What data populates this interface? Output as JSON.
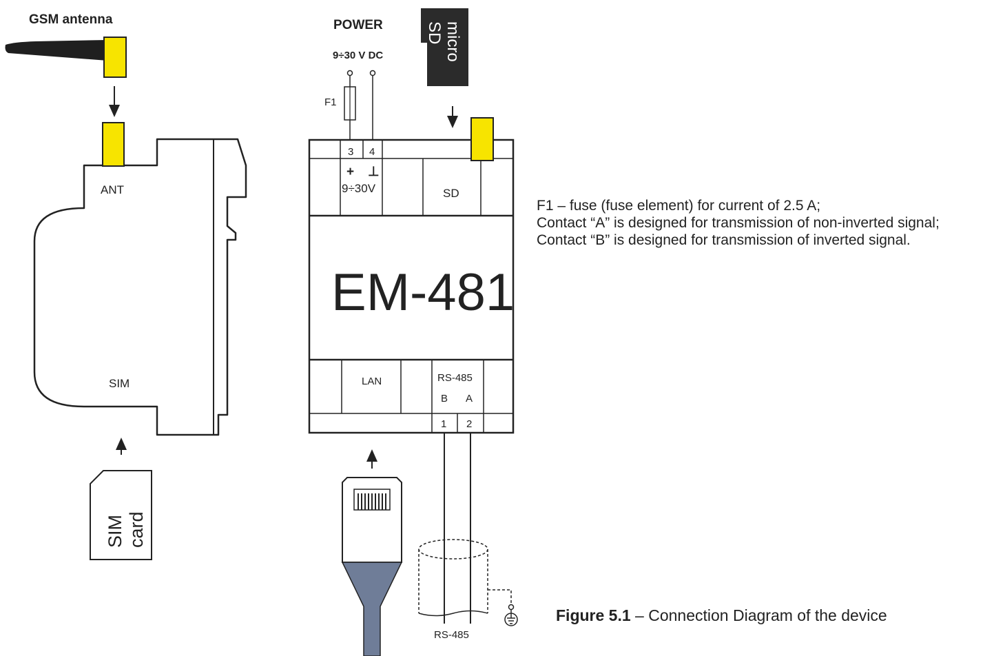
{
  "antenna": {
    "label": "GSM antenna"
  },
  "side_view": {
    "ant_label": "ANT",
    "sim_label": "SIM"
  },
  "sim_card": {
    "line1": "SIM",
    "line2": "card"
  },
  "power": {
    "title": "POWER",
    "voltage": "9÷30 V DC",
    "fuse_label": "F1"
  },
  "microsd": {
    "line1": "micro",
    "line2": "SD"
  },
  "device": {
    "name": "EM-481",
    "terminal_top_3": "3",
    "terminal_top_4": "4",
    "plus_sign": "+",
    "ground_sign": "⊥",
    "top_voltage": "9÷30V",
    "sd_label": "SD",
    "lan_label": "LAN",
    "rs485_label": "RS-485",
    "b_label": "B",
    "a_label": "A",
    "terminal_bottom_1": "1",
    "terminal_bottom_2": "2"
  },
  "cable": {
    "label": "RS-485"
  },
  "notes": [
    "F1 – fuse (fuse element) for current of 2.5 A;",
    "Contact “A” is designed for transmission of non-inverted signal;",
    "Contact “B” is designed for transmission of inverted signal."
  ],
  "caption": {
    "bold": "Figure 5.1",
    "rest": " – Connection Diagram of the device"
  }
}
